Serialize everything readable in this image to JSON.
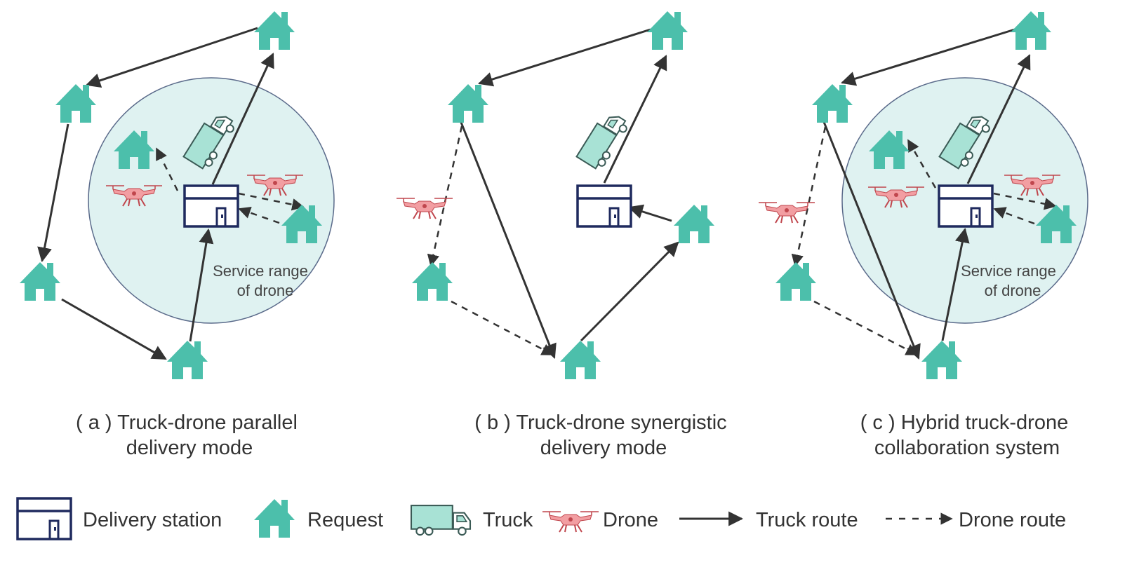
{
  "colors": {
    "house": "#4cbfab",
    "station": "#1f2a5e",
    "truck_body": "#a8e2d5",
    "truck_edge": "#3a5a55",
    "drone": "#f29ea2",
    "drone_edge": "#c0464d",
    "range_fill": "#dff2f1",
    "range_edge": "#5a6a8a",
    "arrow": "#333333"
  },
  "panels": [
    {
      "id": "a",
      "caption": [
        "( a ) Truck-drone parallel",
        "delivery mode"
      ],
      "range_label": [
        "Service range",
        "of drone"
      ]
    },
    {
      "id": "b",
      "caption": [
        "( b ) Truck-drone synergistic",
        "delivery mode"
      ]
    },
    {
      "id": "c",
      "caption": [
        "( c ) Hybrid truck-drone",
        "collaboration system"
      ],
      "range_label": [
        "Service range",
        "of drone"
      ]
    }
  ],
  "legend": {
    "station_label": "Delivery station",
    "request_label": "Request",
    "truck_label": "Truck",
    "drone_label": "Drone",
    "truck_route_label": "Truck route",
    "drone_route_label": "Drone route"
  }
}
